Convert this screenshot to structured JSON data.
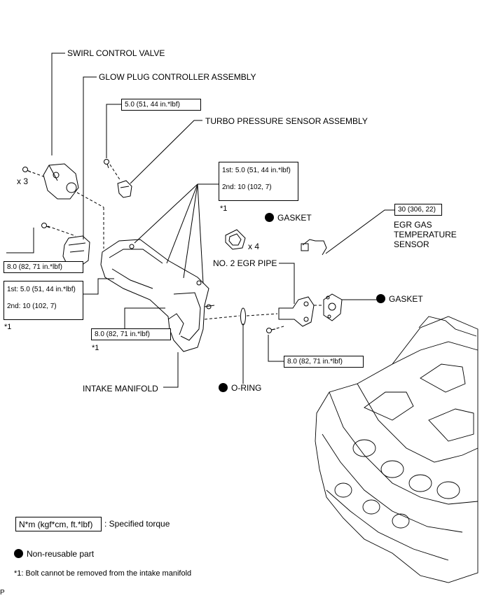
{
  "labels": {
    "swirl": "SWIRL CONTROL VALVE",
    "glow": "GLOW PLUG CONTROLLER ASSEMBLY",
    "turbo": "TURBO PRESSURE SENSOR ASSEMBLY",
    "gasket_top": "GASKET",
    "egr_temp_1": "EGR GAS",
    "egr_temp_2": "TEMPERATURE",
    "egr_temp_3": "SENSOR",
    "egr_pipe": "NO. 2 EGR PIPE",
    "gasket_right": "GASKET",
    "intake": "INTAKE MANIFOLD",
    "oring": "O-RING"
  },
  "counts": {
    "x3": "x 3",
    "x4": "x 4"
  },
  "torque": {
    "t1": "5.0 (51, 44 in.*lbf)",
    "t2_first": "1st: 5.0 (51, 44 in.*lbf)",
    "t2_second": "2nd: 10 (102, 7)",
    "t3": "30 (306, 22)",
    "t4": "8.0 (82, 71 in.*lbf)",
    "t5_first": "1st: 5.0 (51, 44 in.*lbf)",
    "t5_second": "2nd: 10 (102, 7)",
    "t6": "8.0 (82, 71 in.*lbf)",
    "t7": "8.0 (82, 71 in.*lbf)"
  },
  "notes": {
    "star1_a": "*1",
    "star1_b": "*1",
    "star1_c": "*1"
  },
  "legend": {
    "torque_box": "N*m (kgf*cm, ft.*lbf)",
    "torque_text": ": Specified torque",
    "nonreusable": "Non-reusable part",
    "footnote": "*1: Bolt cannot be removed from the intake manifold"
  },
  "corner_mark": "P"
}
